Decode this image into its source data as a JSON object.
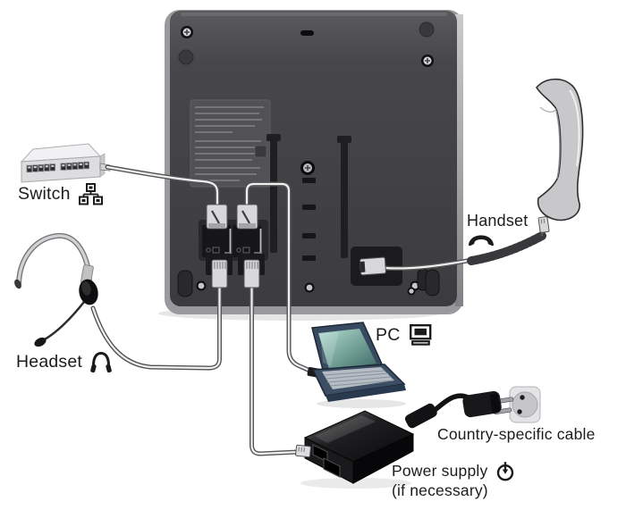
{
  "labels": {
    "switch": "Switch",
    "headset": "Headset",
    "handset": "Handset",
    "pc": "PC",
    "country_cable": "Country-specific cable",
    "power_supply": "Power supply",
    "power_note": "(if necessary)"
  },
  "icons": {
    "switch": "network-switch-icon",
    "headset": "headphones-icon",
    "handset": "handset-receiver-icon",
    "pc": "desktop-computer-icon",
    "power": "power-input-icon"
  },
  "devices": [
    "telephone-back-panel",
    "network-switch",
    "headset",
    "handset",
    "handset-coiled-cord",
    "laptop-pc",
    "power-supply-unit",
    "country-specific-cable",
    "wall-socket"
  ],
  "colors": {
    "background": "#ffffff",
    "text": "#1c1c1c",
    "phone_body_dark": "#414144",
    "phone_frame_gray": "#9a9a9e",
    "cable_core": "#f0f0f0",
    "cable_outline": "#545456",
    "connector_light_gray": "#d8d8da",
    "black_device": "#131315",
    "laptop_screen_teal": "#8cc3b6",
    "handset_gray": "#c8c8ca"
  }
}
